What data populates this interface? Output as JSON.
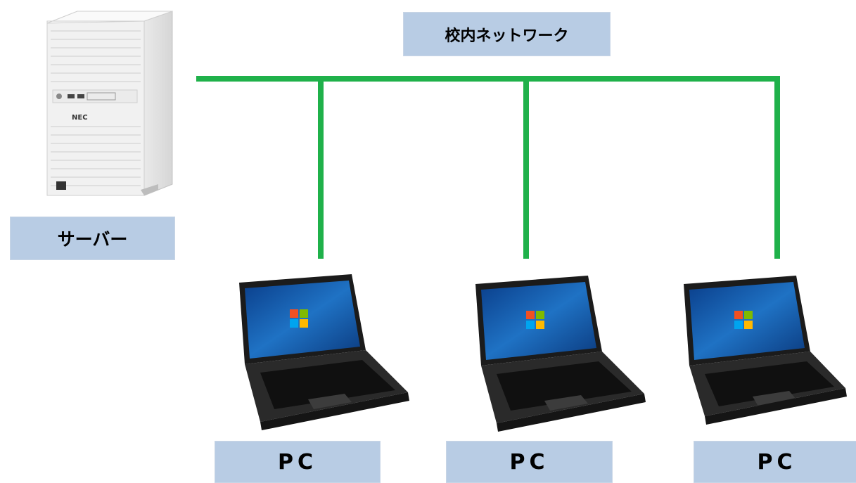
{
  "network": {
    "label": "校内ネットワーク",
    "line_color": "#1fb14a"
  },
  "server": {
    "label": "サーバー",
    "icon": "tower-server-icon"
  },
  "pcs": [
    {
      "label": "PC",
      "icon": "laptop-icon"
    },
    {
      "label": "PC",
      "icon": "laptop-icon"
    },
    {
      "label": "PC",
      "icon": "laptop-icon"
    }
  ],
  "colors": {
    "label_fill": "#b8cce4",
    "network_line": "#1fb14a"
  }
}
